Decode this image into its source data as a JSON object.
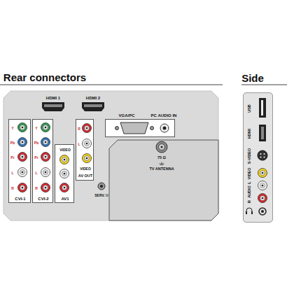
{
  "diagram": {
    "nodes": [
      {
        "text": [
          "Rear connectors"
        ]
      },
      {
        "text": [
          "Y",
          "Pb",
          "Pr",
          "L",
          "R",
          "CVI-1"
        ],
        "in": 0
      },
      {
        "text": [
          "Y",
          "Pb",
          "Pr",
          "L",
          "R",
          "CVI-2"
        ],
        "in": 0
      },
      {
        "text": [
          "VIDEO",
          "AV1"
        ],
        "in": 0
      },
      {
        "text": [
          "R",
          "L",
          "VIDEO",
          "AV OUT"
        ],
        "in": 0
      },
      {
        "text": [
          "VGA/PC",
          "PC AUDIO IN"
        ],
        "in": 0
      },
      {
        "text": [
          "75 Ω",
          "TV ANTENNA"
        ],
        "in": 0
      },
      {
        "text": [
          "Side",
          "USB",
          "HDMI",
          "S-VIDEO",
          "VIDEO",
          "L",
          "AUDIO",
          "R"
        ]
      }
    ],
    "labels": [
      "HDMI 1",
      "HDMI 2",
      "SERV. U"
    ]
  }
}
